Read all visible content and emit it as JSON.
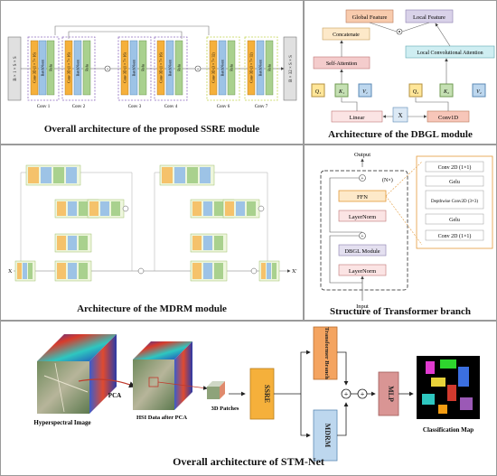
{
  "panels": {
    "ssre": {
      "caption": "Overall architecture of the proposed SSRE module",
      "input_label": "B × 1 × S × S",
      "output_label": "B × 32 × S × S",
      "convs": [
        {
          "label": "Conv 1",
          "layer_conv": "Conv 3D (1 × 7× 16)",
          "layer_bn": "BatchNorm",
          "layer_act": "Relu"
        },
        {
          "label": "Conv 2",
          "layer_conv": "Conv 3D (1 × 7× 16)",
          "layer_bn": "BatchNorm",
          "layer_act": "Relu"
        },
        {
          "label": "Conv 3",
          "layer_conv": "Conv 3D (1 × 7× 16)",
          "layer_bn": "BatchNorm",
          "layer_act": "Relu"
        },
        {
          "label": "Conv 4",
          "layer_conv": "Conv 3D (1 × 7× 16)",
          "layer_bn": "BatchNorm",
          "layer_act": "Relu"
        },
        {
          "label": "Conv 6",
          "layer_conv": "Conv 3D (3 × 7× 32)",
          "layer_bn": "BatchNorm",
          "layer_act": "Relu"
        },
        {
          "label": "Conv 7",
          "layer_conv": "Conv 3D (3 × 7× 32)",
          "layer_bn": "BatchNorm",
          "layer_act": "Relu"
        }
      ]
    },
    "dbgl": {
      "caption": "Architecture of the DBGL module",
      "global_feature": "Global Feature",
      "local_feature": "Local Feature",
      "concatenate": "Concatenate",
      "self_attention": "Self-Attention",
      "local_conv_attention": "Local Convolutional Attention",
      "linear": "Linear",
      "conv1d": "Conv1D",
      "x": "X",
      "q1": "Q₁",
      "k1": "K₁",
      "v1": "V₁",
      "q2": "Q₂",
      "k2": "K₂",
      "v2": "V₂"
    },
    "mdrm": {
      "caption": "Architecture of the MDRM module",
      "x_in": "X",
      "x_out": "X'"
    },
    "transformer": {
      "caption": "Structure of Transformer branch",
      "output": "Output",
      "input": "Input",
      "repeat": "(N×)",
      "ffn": "FFN",
      "layernorm_top": "LayerNorm",
      "dbgl_module": "DBGL Module",
      "layernorm_bottom": "LayerNorm",
      "ffn_detail": [
        "Conv 2D (1×1)",
        "Gelu",
        "Depthwise Conv2D (3×3)",
        "Gelu",
        "Conv 2D (1×1)"
      ]
    },
    "stm": {
      "caption": "Overall architecture of STM-Net",
      "hyperspectral_image": "Hyperspectral Image",
      "pca": "PCA",
      "hsi_after_pca": "HSI  Data after PCA",
      "patches": "3D Patches",
      "ssre": "SSRE",
      "transformer_branch": "Transformer Branch",
      "mdrm": "MDRM",
      "mlp": "MLP",
      "classification_map": "Classification Map"
    }
  },
  "colors": {
    "ssre_orange": "#f5b03b",
    "mdrm_blue": "#9dc3e6",
    "dbgl_pink": "#f4cccc",
    "dbgl_purple": "#d9d2e9",
    "dbgl_cyan": "#cfeef2",
    "mlp_red": "#d99594",
    "mdrm_box": "#bdd7ee",
    "transformer_box": "#f4a460"
  }
}
